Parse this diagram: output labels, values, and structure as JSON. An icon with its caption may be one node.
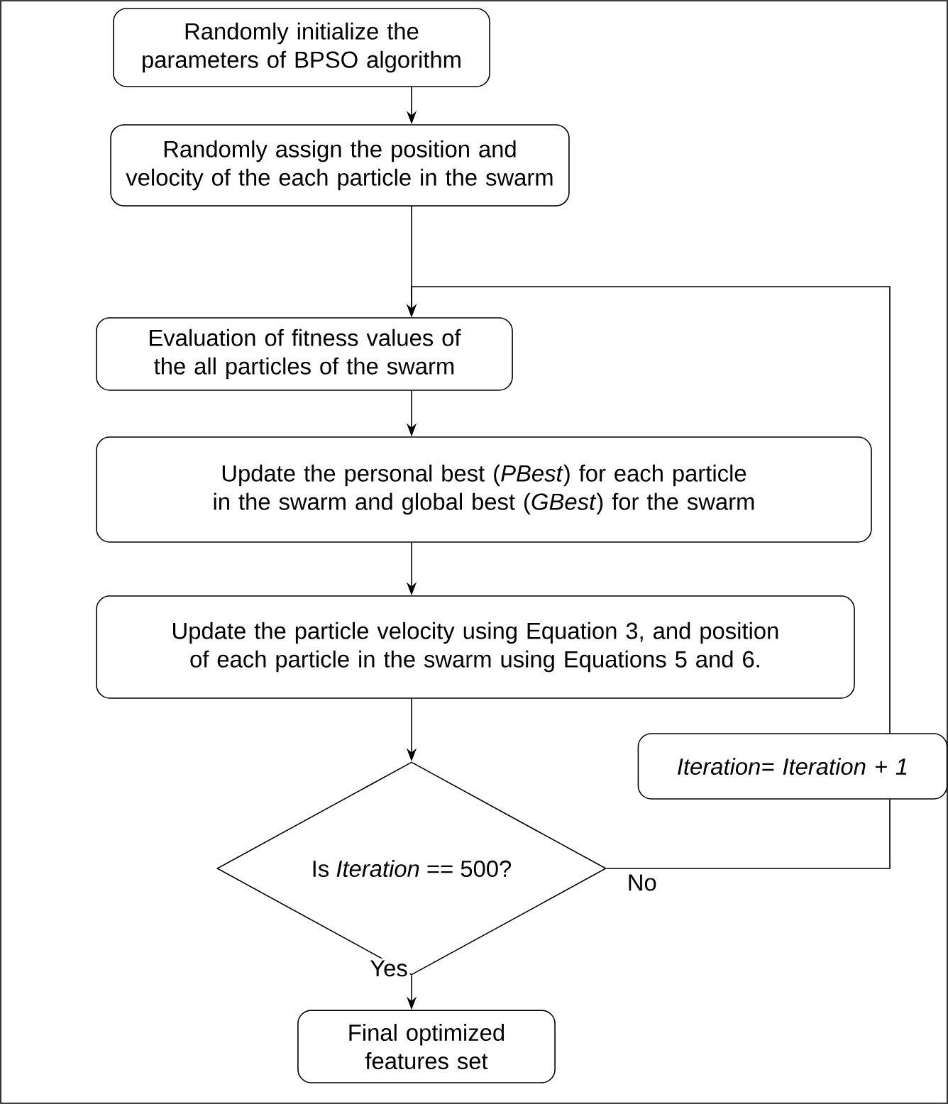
{
  "diagram": {
    "nodes": [
      {
        "text": [
          "Randomly initialize the parameters of BPSO algorithm"
        ]
      },
      {
        "text": [
          "Randomly assign the position and velocity of the each particle in the swarm"
        ]
      },
      {
        "text": [
          "Evaluation of fitness values of the all particles of the swarm"
        ]
      },
      {
        "text": [
          "Update the personal best (*PBest*) for each particle in the swarm and global best (*GBest*) for the swarm"
        ]
      },
      {
        "text": [
          "Update the particle velocity using Equation 3, and position of each particle in the swarm using Equations 5 and 6."
        ]
      },
      {
        "text": [
          "Is *Iteration* == 500?"
        ]
      },
      {
        "text": [
          "Final optimized features set"
        ]
      },
      {
        "text": [
          "Iteration= Iteration + 1"
        ]
      }
    ],
    "edges": [
      {
        "from": 0,
        "to": 1,
        "arrow": "to"
      },
      {
        "from": 1,
        "to": 2,
        "arrow": "to"
      },
      {
        "from": 2,
        "to": 3,
        "arrow": "to"
      },
      {
        "from": 3,
        "to": 4,
        "arrow": "to"
      },
      {
        "from": 4,
        "to": 5,
        "arrow": "to"
      },
      {
        "from": 5,
        "to": 6,
        "arrow": "to",
        "label": "Yes"
      },
      {
        "from": 5,
        "to": 7,
        "arrow": "none",
        "label": "No"
      },
      {
        "from": 7,
        "to": 2,
        "arrow": "to"
      }
    ]
  }
}
